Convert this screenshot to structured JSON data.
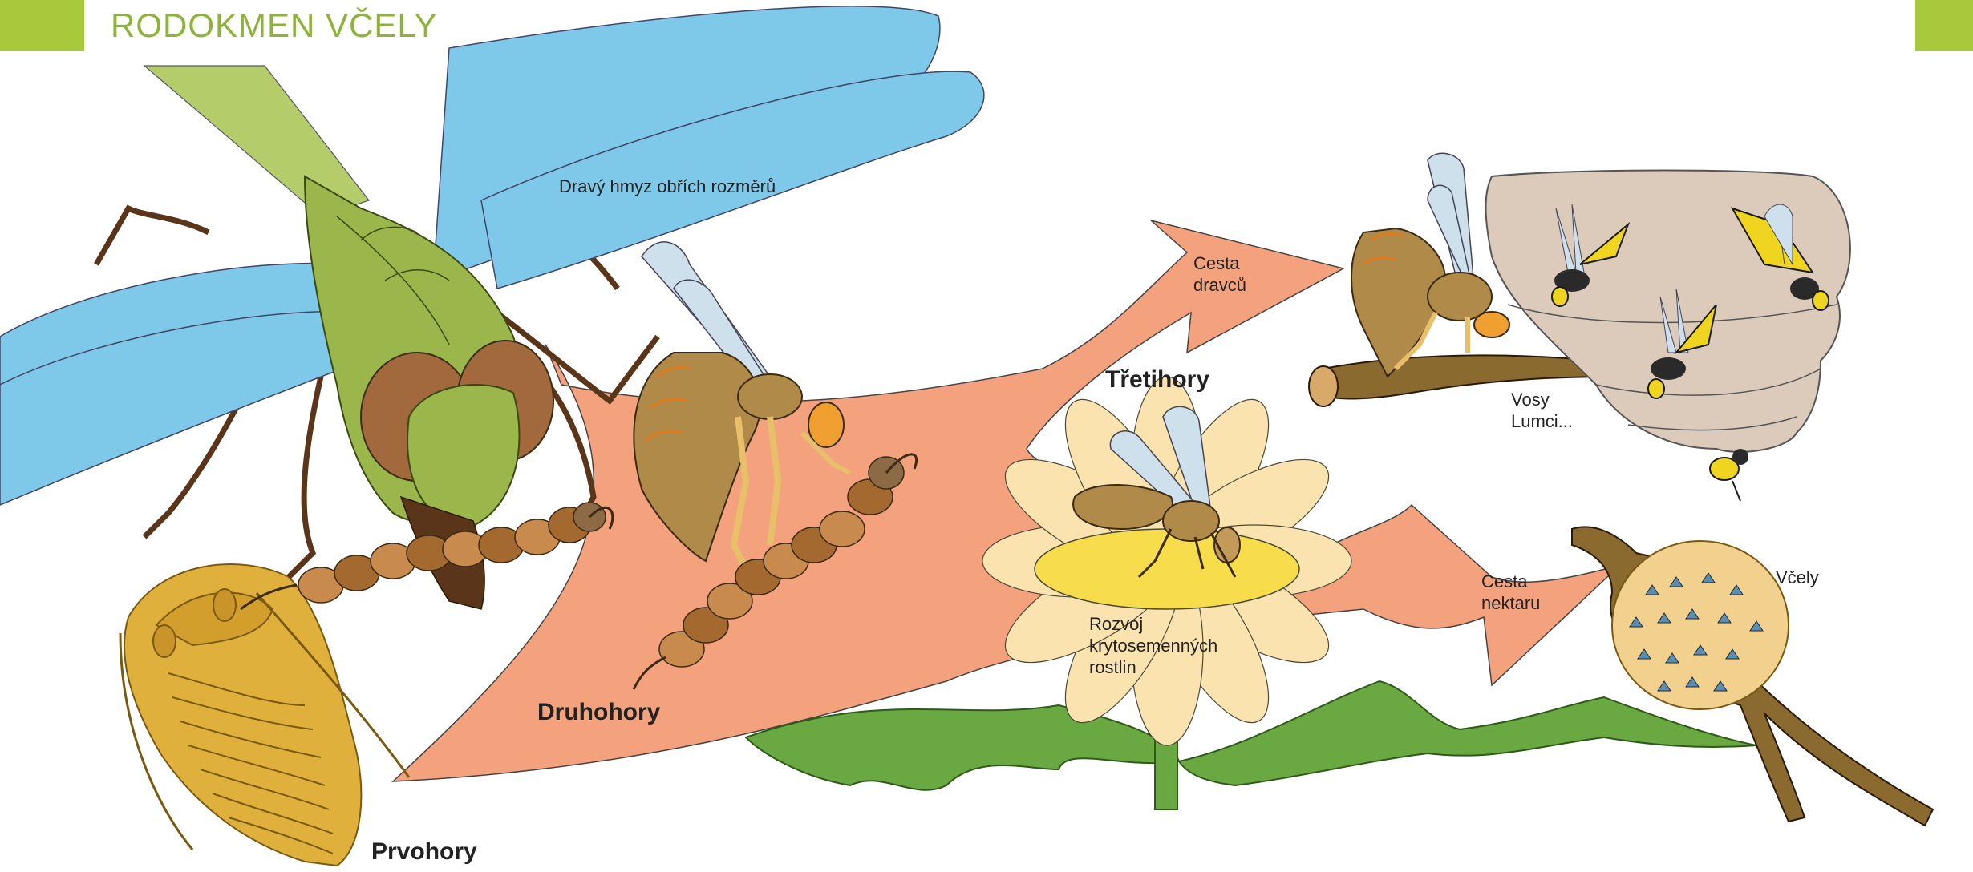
{
  "title": "RODOKMEN VČELY",
  "eras": {
    "prvohory": "Prvohory",
    "druhohory": "Druhohory",
    "tretihory": "Třetihory"
  },
  "labels": {
    "dragonfly": "Dravý hmyz obřích rozměrů",
    "predator_path_1": "Cesta",
    "predator_path_2": "dravců",
    "flowering_1": "Rozvoj",
    "flowering_2": "krytosemenných",
    "flowering_3": "rostlin",
    "nectar_path_1": "Cesta",
    "nectar_path_2": "nektaru",
    "wasps_1": "Vosy",
    "wasps_2": "Lumci...",
    "bees": "Včely"
  },
  "colors": {
    "accent_green": "#a7c93b",
    "title_green": "#8db33a",
    "arrow_salmon": "#f4a27e",
    "wing_blue": "#7ec8ea",
    "dragonfly_green": "#9bb64a",
    "trilobite_gold": "#e0b03c",
    "petal_cream": "#fbe3b0",
    "flower_center": "#f7dc4b",
    "stem_green": "#6aa842",
    "nest_beige": "#dccbbb",
    "wasp_yellow": "#f0d520"
  }
}
